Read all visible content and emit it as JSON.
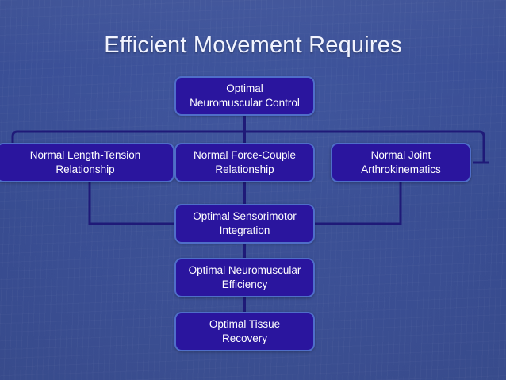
{
  "slide": {
    "title": "Efficient Movement Requires",
    "background_color": "#3a4f96",
    "box_fill_color": "#2a159e",
    "box_border_color": "#4f6ec9",
    "text_color": "#ffffff",
    "connector_color": "#1f1a78"
  },
  "diagram": {
    "type": "flowchart",
    "nodes": [
      {
        "id": "neuromuscular-control",
        "line1": "Optimal",
        "line2": "Neuromuscular Control",
        "row": 1
      },
      {
        "id": "length-tension",
        "line1": "Normal Length-Tension",
        "line2": "Relationship",
        "row": 2
      },
      {
        "id": "force-couple",
        "line1": "Normal Force-Couple",
        "line2": "Relationship",
        "row": 2
      },
      {
        "id": "joint-arthrokinematics",
        "line1": "Normal Joint",
        "line2": "Arthrokinematics",
        "row": 2
      },
      {
        "id": "sensorimotor",
        "line1": "Optimal Sensorimotor",
        "line2": "Integration",
        "row": 3
      },
      {
        "id": "efficiency",
        "line1": "Optimal Neuromuscular",
        "line2": "Efficiency",
        "row": 4
      },
      {
        "id": "tissue-recovery",
        "line1": "Optimal Tissue",
        "line2": "Recovery",
        "row": 5
      }
    ],
    "edges": [
      {
        "from": "neuromuscular-control",
        "to": "length-tension"
      },
      {
        "from": "neuromuscular-control",
        "to": "force-couple"
      },
      {
        "from": "neuromuscular-control",
        "to": "joint-arthrokinematics"
      },
      {
        "from": "length-tension",
        "to": "sensorimotor"
      },
      {
        "from": "force-couple",
        "to": "sensorimotor"
      },
      {
        "from": "joint-arthrokinematics",
        "to": "sensorimotor"
      },
      {
        "from": "sensorimotor",
        "to": "efficiency"
      },
      {
        "from": "efficiency",
        "to": "tissue-recovery"
      }
    ]
  }
}
